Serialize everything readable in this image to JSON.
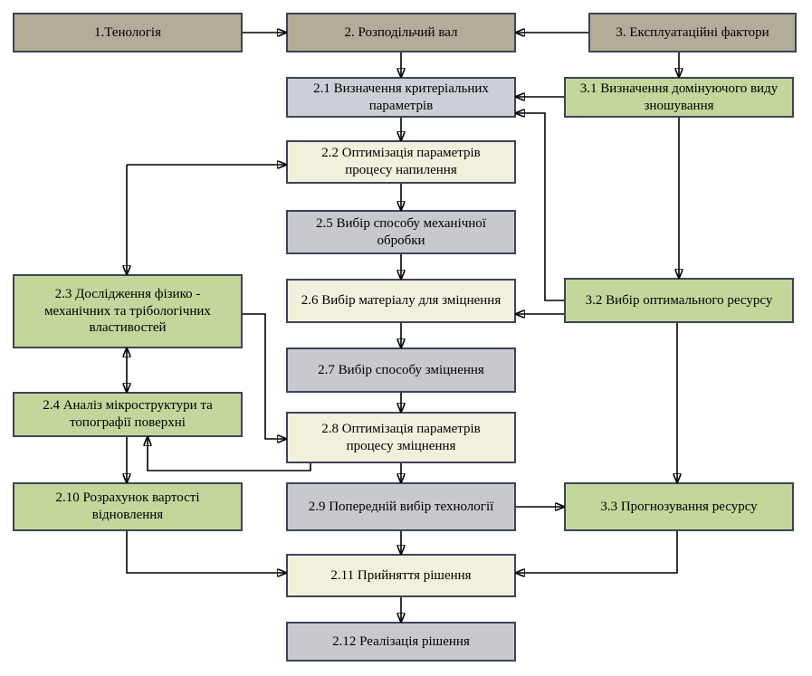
{
  "diagram": {
    "type": "flowchart",
    "language": "uk",
    "palette": {
      "tan": "#b3ac99",
      "gray": "#c7c9cf",
      "gray_light": "#cdcfd6",
      "cream": "#f3efdd",
      "green": "#c3d69b",
      "border": "#3d4456",
      "arrow": "#000000",
      "background": "#ffffff"
    },
    "nodes": {
      "n1": {
        "id": "1",
        "label": "1.Тенологія",
        "color_key": "tan"
      },
      "n2": {
        "id": "2",
        "label": "2. Розподільчий вал",
        "color_key": "tan"
      },
      "n3": {
        "id": "3",
        "label": "3. Експлуатаційні фактори",
        "color_key": "tan"
      },
      "n21": {
        "id": "2.1",
        "label": "2.1 Визначення критеріальних параметрів",
        "color_key": "gray_light"
      },
      "n31": {
        "id": "3.1",
        "label": "3.1 Визначення домінуючого виду зношування",
        "color_key": "green"
      },
      "n22": {
        "id": "2.2",
        "label": "2.2 Оптимізація параметрів процесу напилення",
        "color_key": "cream"
      },
      "n25": {
        "id": "2.5",
        "label": "2.5 Вибір способу механічної обробки",
        "color_key": "gray"
      },
      "n23": {
        "id": "2.3",
        "label": "2.3 Дослідження фізико - механічних та трібологічних властивостей",
        "color_key": "green"
      },
      "n26": {
        "id": "2.6",
        "label": "2.6 Вибір матеріалу для зміцнення",
        "color_key": "cream"
      },
      "n32": {
        "id": "3.2",
        "label": "3.2 Вибір оптимального ресурсу",
        "color_key": "green"
      },
      "n27": {
        "id": "2.7",
        "label": "2.7 Вибір способу зміцнення",
        "color_key": "gray"
      },
      "n24": {
        "id": "2.4",
        "label": "2.4 Аналіз мікроструктури та топографії поверхні",
        "color_key": "green"
      },
      "n28": {
        "id": "2.8",
        "label": "2.8 Оптимізація параметрів процесу зміцнення",
        "color_key": "cream"
      },
      "n210": {
        "id": "2.10",
        "label": "2.10 Розрахунок вартості відновлення",
        "color_key": "green"
      },
      "n29": {
        "id": "2.9",
        "label": "2.9 Попередній вибір технології",
        "color_key": "gray"
      },
      "n33": {
        "id": "3.3",
        "label": "3.3 Прогнозування ресурсу",
        "color_key": "green"
      },
      "n211": {
        "id": "2.11",
        "label": "2.11 Прийняття рішення",
        "color_key": "cream"
      },
      "n212": {
        "id": "2.12",
        "label": "2.12 Реалізація рішення",
        "color_key": "gray"
      }
    },
    "edges": [
      {
        "from": "1",
        "to": "2"
      },
      {
        "from": "3",
        "to": "2"
      },
      {
        "from": "2",
        "to": "2.1"
      },
      {
        "from": "3",
        "to": "3.1"
      },
      {
        "from": "3.1",
        "to": "2.1"
      },
      {
        "from": "3.1",
        "to": "3.2"
      },
      {
        "from": "3.2",
        "to": "2.1"
      },
      {
        "from": "2.1",
        "to": "2.2"
      },
      {
        "from": "2.2",
        "to": "2.5"
      },
      {
        "from": "2.5",
        "to": "2.6"
      },
      {
        "from": "3.2",
        "to": "2.6"
      },
      {
        "from": "2.6",
        "to": "2.7"
      },
      {
        "from": "2.7",
        "to": "2.8"
      },
      {
        "from": "2.3",
        "to": "2.2",
        "bidirectional": true
      },
      {
        "from": "2.3",
        "to": "2.4",
        "bidirectional": true
      },
      {
        "from": "2.4",
        "to": "2.10"
      },
      {
        "from": "2.3",
        "to": "2.8"
      },
      {
        "from": "2.8",
        "to": "2.4"
      },
      {
        "from": "2.8",
        "to": "2.9"
      },
      {
        "from": "2.9",
        "to": "3.3"
      },
      {
        "from": "3.2",
        "to": "3.3"
      },
      {
        "from": "3.3",
        "to": "2.11"
      },
      {
        "from": "2.9",
        "to": "2.11"
      },
      {
        "from": "2.10",
        "to": "2.11"
      },
      {
        "from": "2.11",
        "to": "2.12"
      }
    ]
  }
}
